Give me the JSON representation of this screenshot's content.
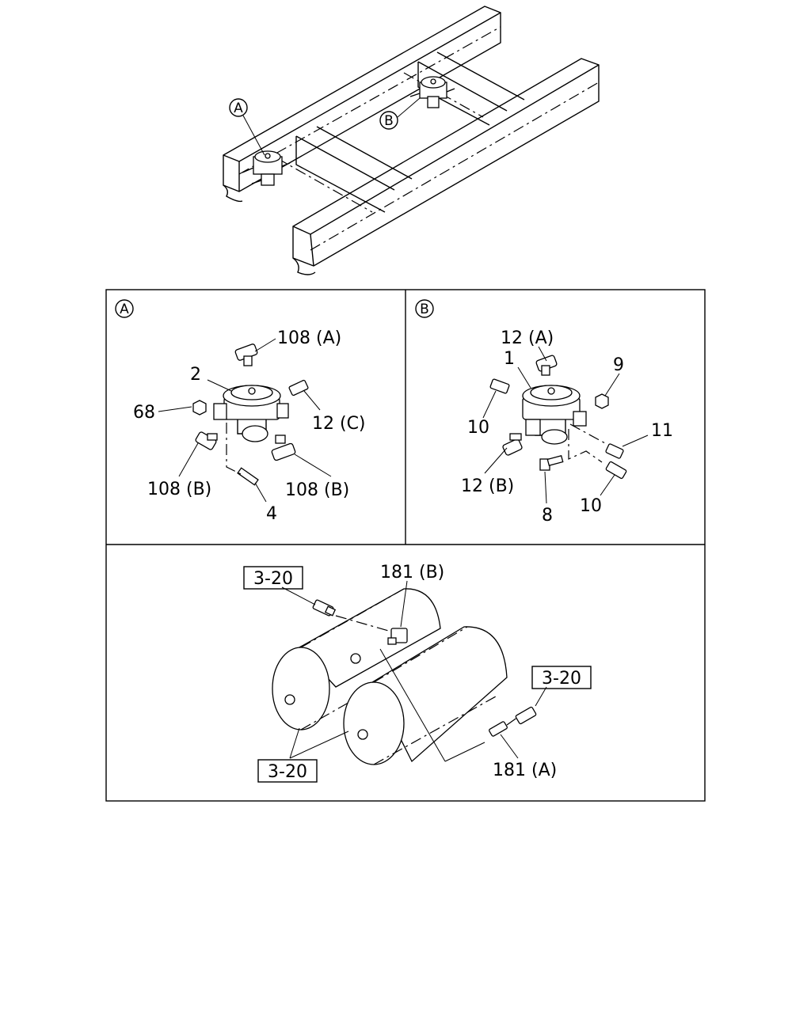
{
  "callouts": {
    "detail_a": "A",
    "detail_b": "B"
  },
  "panel_a": {
    "marker": "A",
    "labels": {
      "p108a": "108 (A)",
      "p2": "2",
      "p68": "68",
      "p12c": "12 (C)",
      "p108b_left": "108 (B)",
      "p108b_right": "108 (B)",
      "p4": "4"
    }
  },
  "panel_b": {
    "marker": "B",
    "labels": {
      "p12a": "12 (A)",
      "p1": "1",
      "p9": "9",
      "p10_left": "10",
      "p11": "11",
      "p12b": "12 (B)",
      "p8": "8",
      "p10_right": "10"
    }
  },
  "panel_c": {
    "labels": {
      "ref_top_left": "3-20",
      "p181b": "181 (B)",
      "ref_right": "3-20",
      "ref_bottom_left": "3-20",
      "p181a": "181 (A)"
    }
  }
}
